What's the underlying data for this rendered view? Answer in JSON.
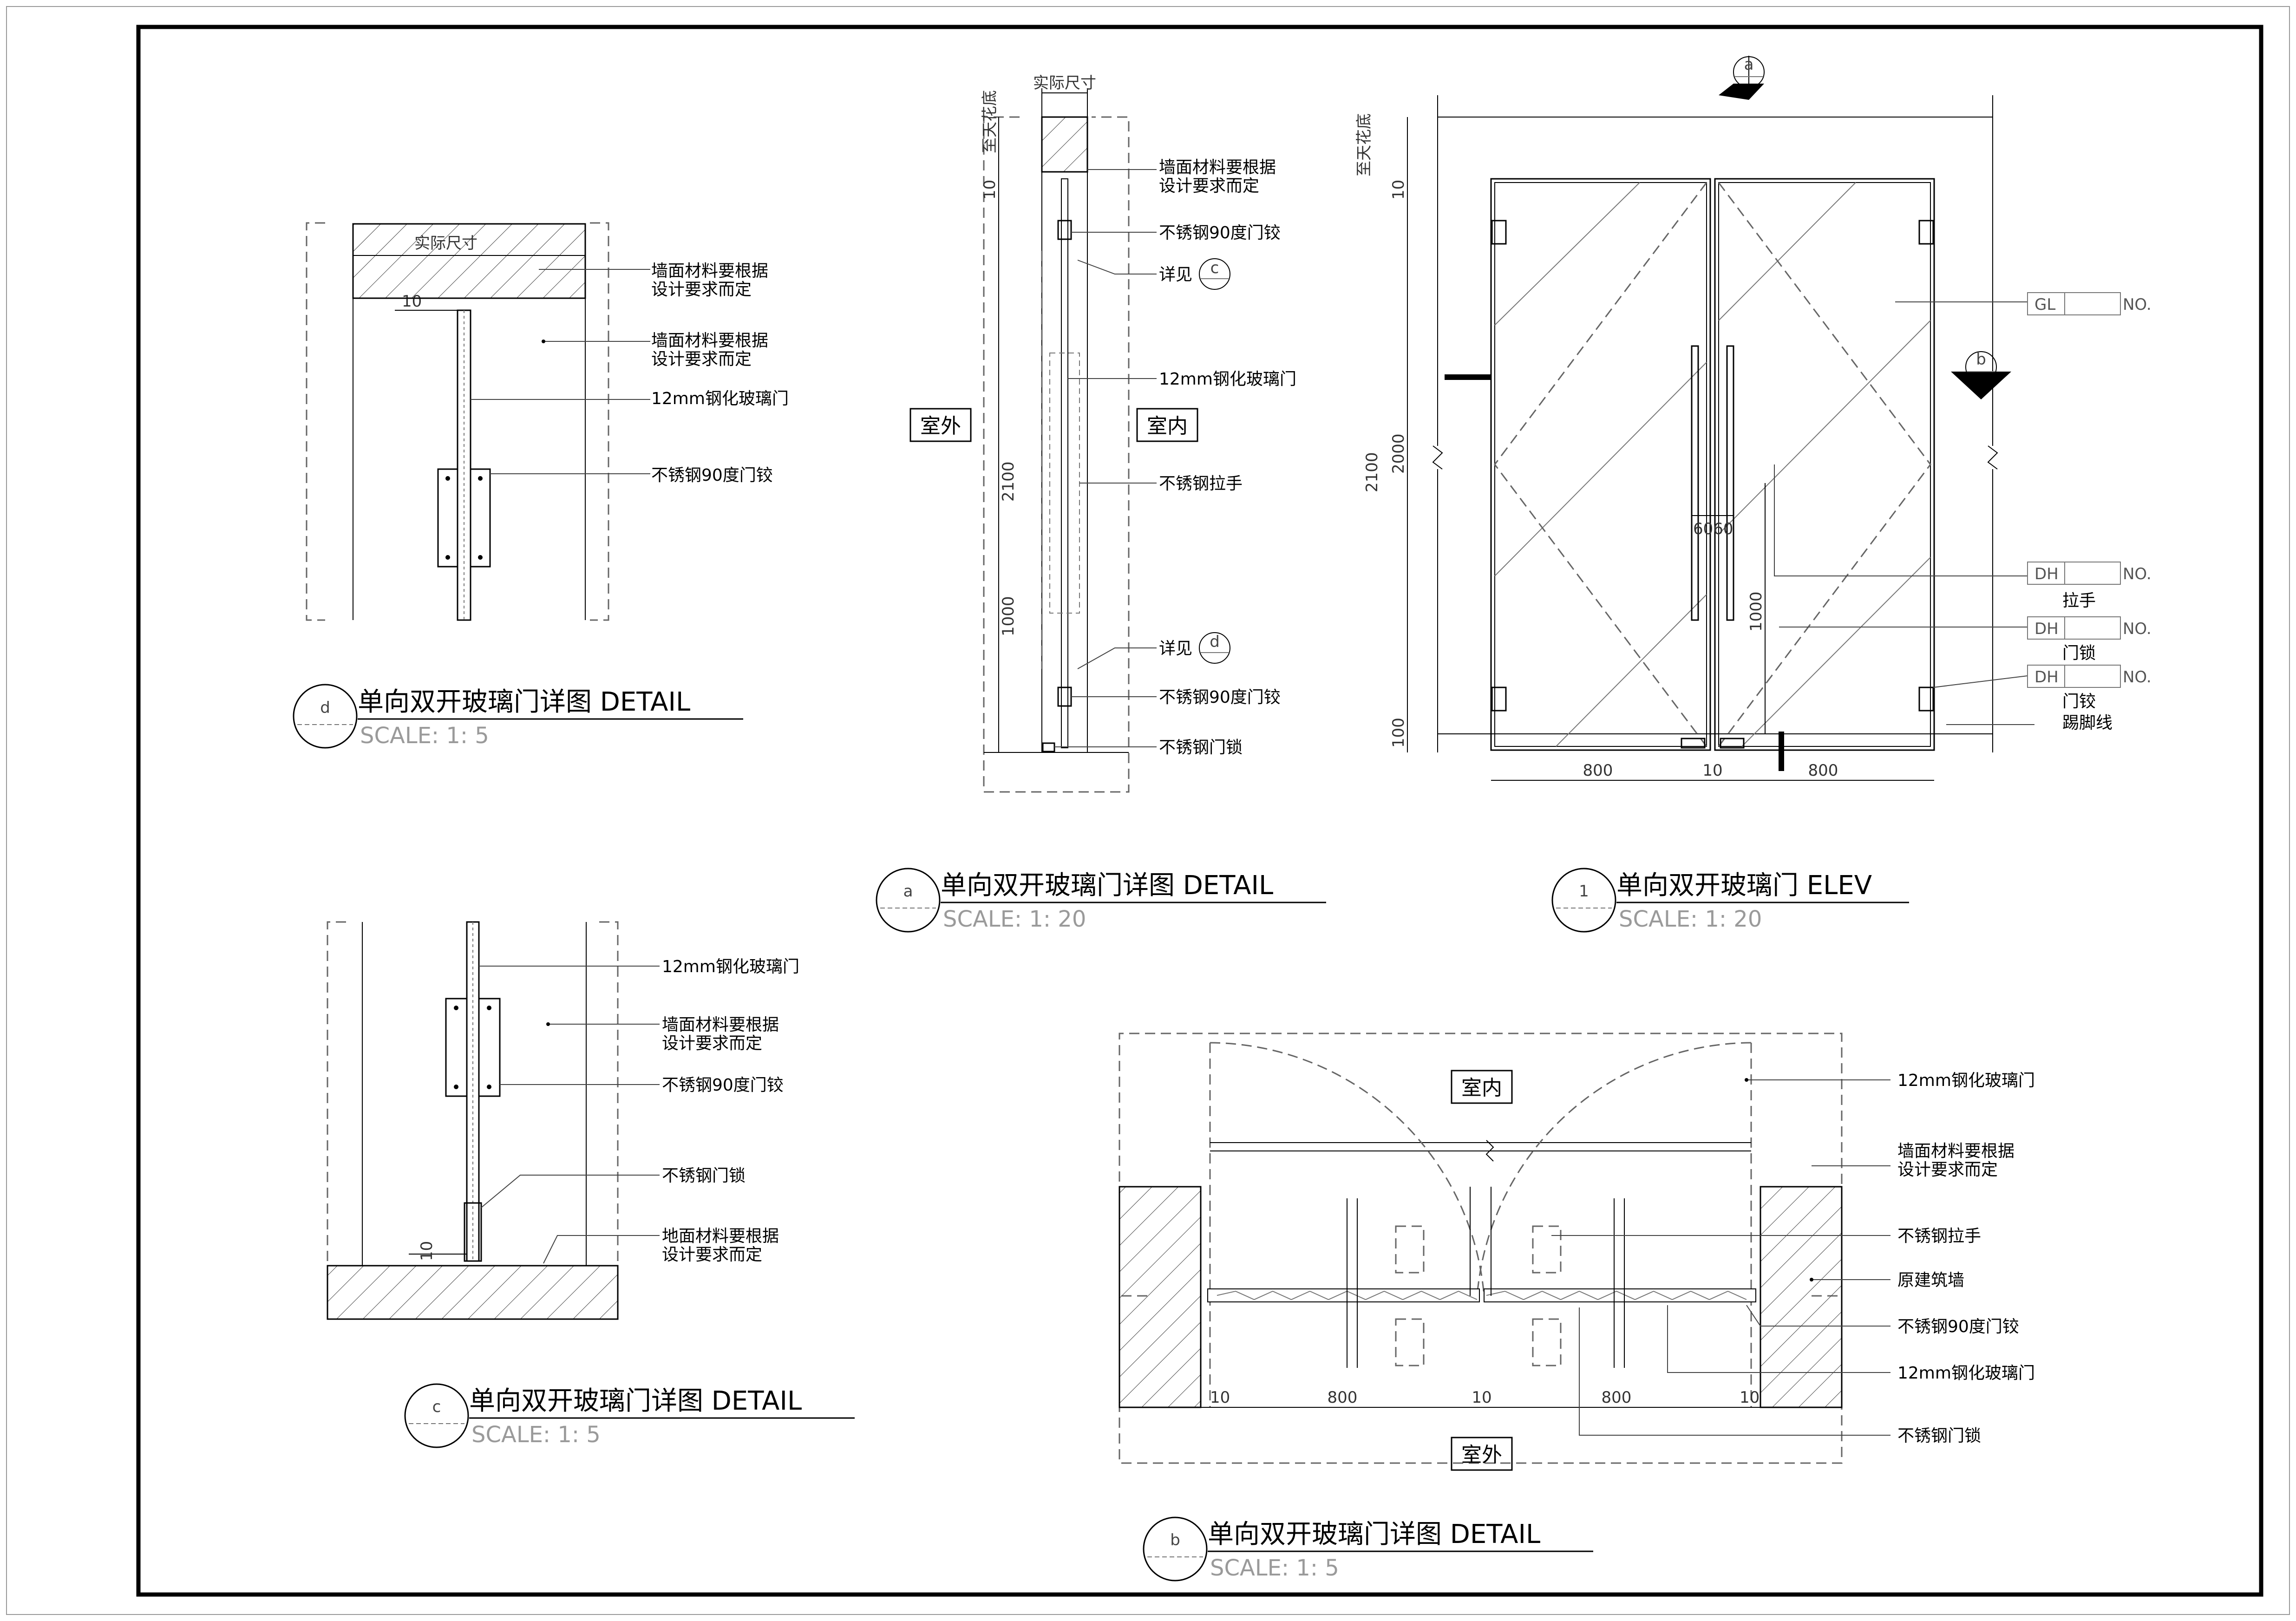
{
  "views": {
    "d": {
      "bubble": "d",
      "title": "单向双开玻璃门详图   DETAIL",
      "scale": "SCALE: 1: 5",
      "top_dim": "实际尺寸",
      "gap_dim": "10",
      "labels": {
        "wall1_a": "墙面材料要根据",
        "wall1_b": "设计要求而定",
        "wall2_a": "墙面材料要根据",
        "wall2_b": "设计要求而定",
        "glass": "12mm钢化玻璃门",
        "hinge": "不锈钢90度门铰"
      }
    },
    "a": {
      "bubble": "a",
      "title": "单向双开玻璃门详图   DETAIL",
      "scale": "SCALE: 1: 20",
      "top_dim": "实际尺寸",
      "ceiling": "至天花底",
      "dim_10": "10",
      "dim_2100": "2100",
      "dim_1000": "1000",
      "room_out": "室外",
      "room_in": "室内",
      "labels": {
        "wall_a": "墙面材料要根据",
        "wall_b": "设计要求而定",
        "hinge_top": "不锈钢90度门铰",
        "see_c": "详见",
        "see_c_ref": "c",
        "glass": "12mm钢化玻璃门",
        "handle": "不锈钢拉手",
        "see_d": "详见",
        "see_d_ref": "d",
        "hinge_bot": "不锈钢90度门铰",
        "lock": "不锈钢门锁"
      }
    },
    "elev": {
      "bubble": "1",
      "title": "单向双开玻璃门   ELEV",
      "scale": "SCALE: 1: 20",
      "section_a": "a",
      "section_b": "b",
      "ceiling": "至天花底",
      "dim_10": "10",
      "dim_2100": "2100",
      "dim_2000": "2000",
      "dim_100": "100",
      "dim_1000": "1000",
      "dim_6060": "6060",
      "dim_w1": "800",
      "dim_gap": "10",
      "dim_w2": "800",
      "tags": {
        "gl": "GL",
        "gl_no": "NO.",
        "dh1": "DH",
        "dh1_no": "NO.",
        "dh1_name": "拉手",
        "dh2": "DH",
        "dh2_no": "NO.",
        "dh2_name": "门锁",
        "dh3": "DH",
        "dh3_no": "NO.",
        "dh3_name": "门铰",
        "skirting": "踢脚线"
      }
    },
    "c": {
      "bubble": "c",
      "title": "单向双开玻璃门详图   DETAIL",
      "scale": "SCALE: 1: 5",
      "gap_dim": "10",
      "labels": {
        "glass": "12mm钢化玻璃门",
        "wall_a": "墙面材料要根据",
        "wall_b": "设计要求而定",
        "hinge": "不锈钢90度门铰",
        "lock": "不锈钢门锁",
        "floor_a": "地面材料要根据",
        "floor_b": "设计要求而定"
      }
    },
    "b": {
      "bubble": "b",
      "title": "单向双开玻璃门详图   DETAIL",
      "scale": "SCALE: 1: 5",
      "room_in": "室内",
      "room_out": "室外",
      "dims": [
        "10",
        "800",
        "10",
        "800",
        "10"
      ],
      "labels": {
        "glass1": "12mm钢化玻璃门",
        "wall_a": "墙面材料要根据",
        "wall_b": "设计要求而定",
        "handle": "不锈钢拉手",
        "struct": "原建筑墙",
        "hinge": "不锈钢90度门铰",
        "glass2": "12mm钢化玻璃门",
        "lock": "不锈钢门锁"
      }
    }
  }
}
